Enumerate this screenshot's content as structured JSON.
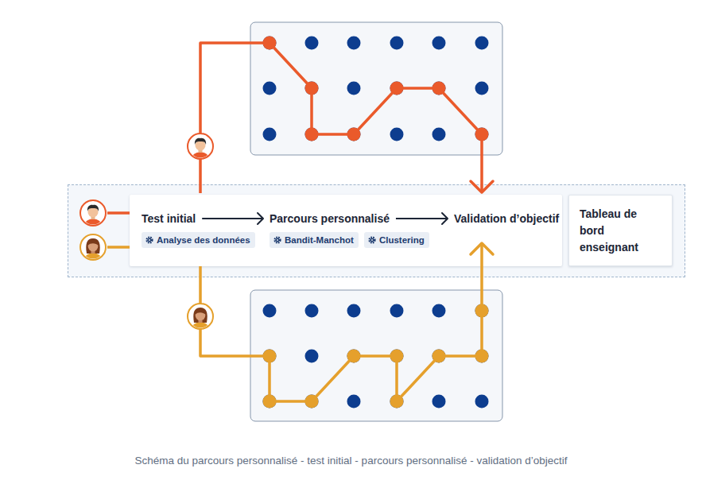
{
  "diagram": {
    "caption": "Schéma du parcours personnalisé - test initial - parcours personnalisé - validation d’objectif",
    "nodes": [
      {
        "text": [
          "Test initial"
        ]
      },
      {
        "text": [
          "Parcours personnalisé"
        ]
      },
      {
        "text": [
          "Validation d’objectif"
        ]
      },
      {
        "text": [
          "Tableau de bord enseignant"
        ]
      }
    ],
    "edges": [
      {
        "from": 0,
        "to": 1,
        "arrow": "to"
      },
      {
        "from": 1,
        "to": 2,
        "arrow": "to"
      }
    ],
    "labels": [
      "Analyse des données",
      "Bandit-Manchot",
      "Clustering"
    ]
  }
}
